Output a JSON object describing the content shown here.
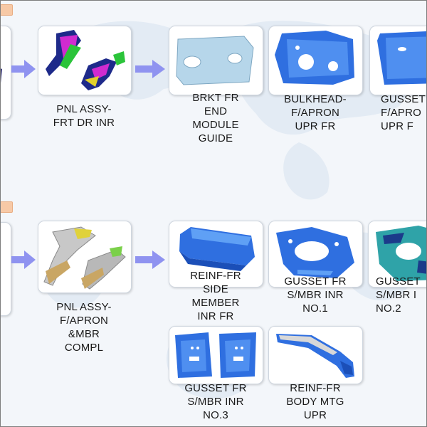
{
  "row1": {
    "assembly_label": "PNL ASSY-\nFRT DR INR",
    "parts": [
      {
        "label": "BRKT FR\nEND\nMODULE\nGUIDE"
      },
      {
        "label": "BULKHEAD-\nF/APRON\nUPR FR"
      },
      {
        "label": "GUSSET\nF/APRO\nUPR F"
      }
    ]
  },
  "row2": {
    "assembly_label": "PNL ASSY-\nF/APRON\n&MBR\nCOMPL",
    "parts": [
      {
        "label": "REINF-FR\nSIDE\nMEMBER\nINR FR"
      },
      {
        "label": "GUSSET FR\nS/MBR INR\nNO.1"
      },
      {
        "label": "GUSSET\nS/MBR I\nNO.2"
      },
      {
        "label": "GUSSET FR\nS/MBR INR\nNO.3"
      },
      {
        "label": "REINF-FR\nBODY MTG\nUPR"
      }
    ]
  },
  "colors": {
    "part_blue": "#2f6fe0",
    "part_blue_light": "#5fa0f5",
    "arrow": "#8f93f0",
    "tag": "#f7c9a6"
  },
  "icons": [
    "world-map-background",
    "arrow-right-icon"
  ]
}
